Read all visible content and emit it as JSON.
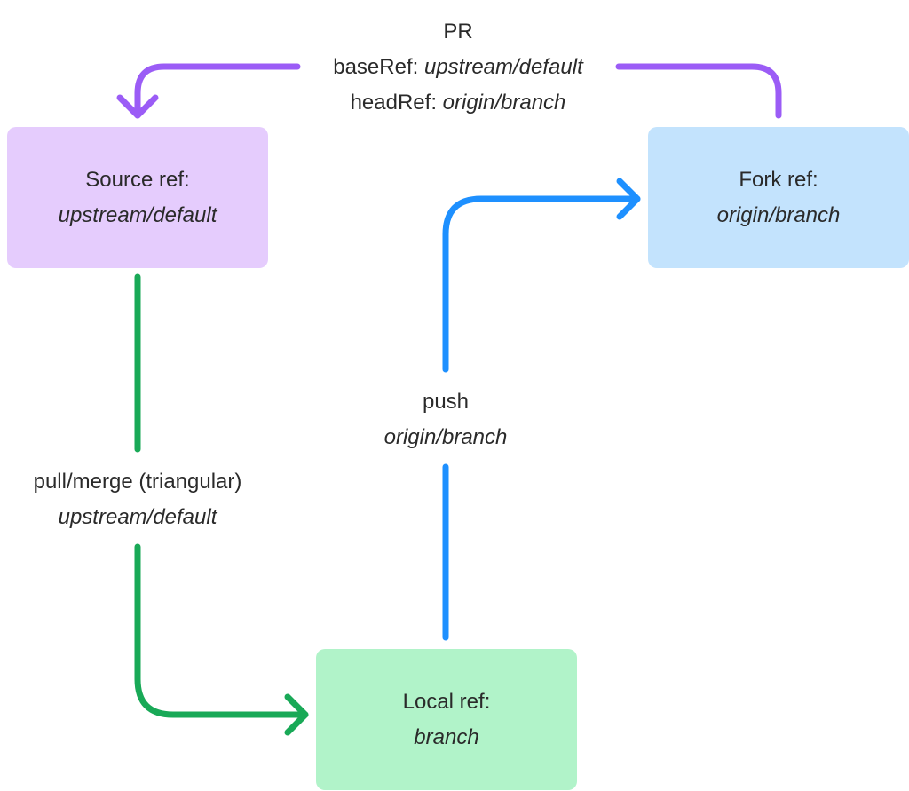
{
  "colors": {
    "pr_arrow": "#9b5cf6",
    "push_arrow": "#1e90ff",
    "pull_arrow": "#19a957",
    "source_box": "#e5ccfd",
    "fork_box": "#c3e3fd",
    "local_box": "#b1f3c9"
  },
  "nodes": {
    "source": {
      "title": "Source ref:",
      "ref": "upstream/default"
    },
    "fork": {
      "title": "Fork ref:",
      "ref": "origin/branch"
    },
    "local": {
      "title": "Local ref:",
      "ref": "branch"
    }
  },
  "edges": {
    "pr": {
      "title": "PR",
      "base_key": "baseRef:",
      "base_value": "upstream/default",
      "head_key": "headRef:",
      "head_value": "origin/branch"
    },
    "push": {
      "title": "push",
      "ref": "origin/branch"
    },
    "pull": {
      "title": "pull/merge (triangular)",
      "ref": "upstream/default"
    }
  }
}
